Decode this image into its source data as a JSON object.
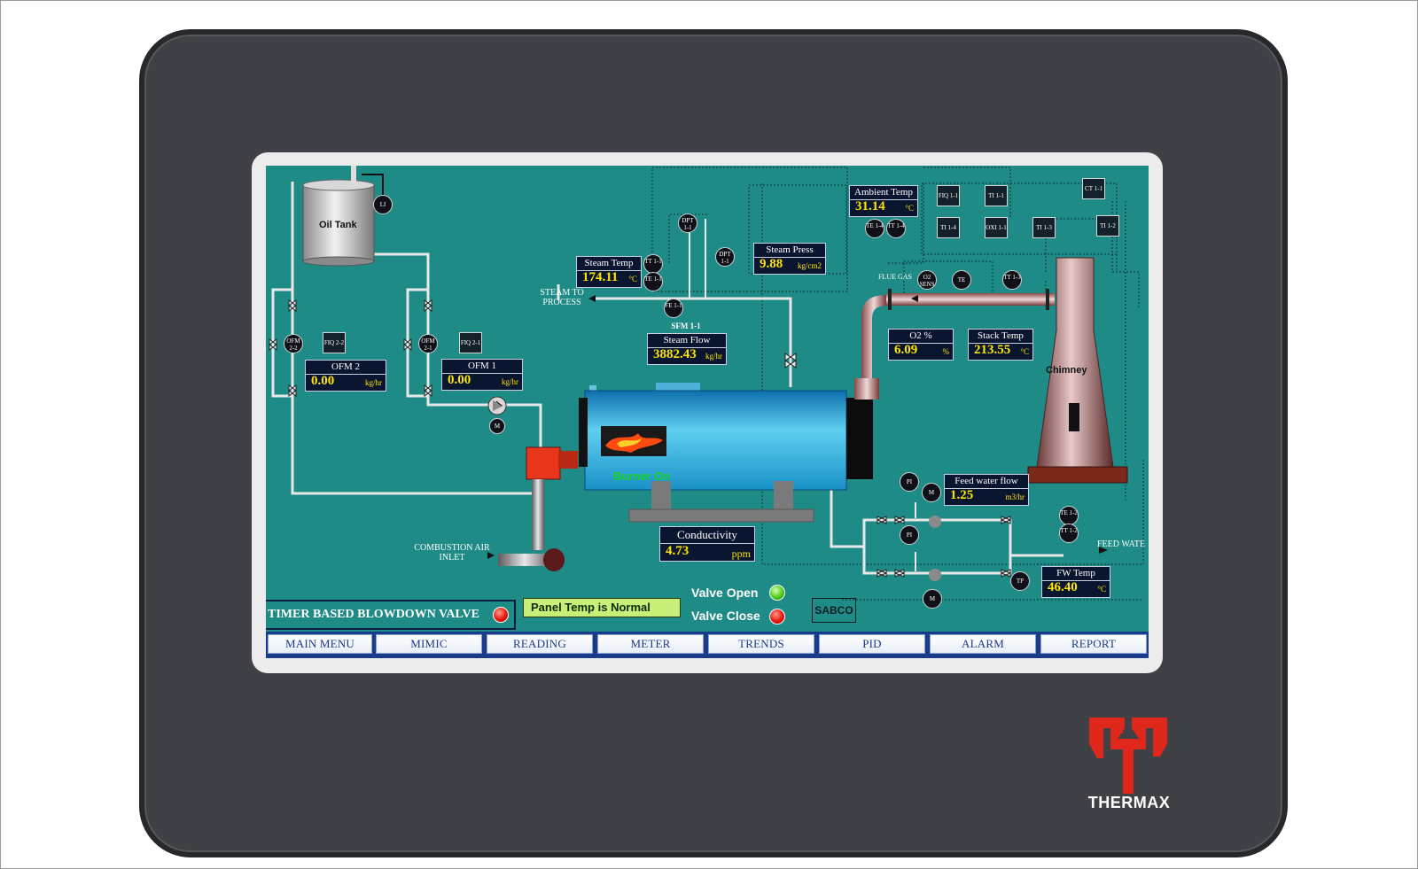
{
  "tank": {
    "label": "Oil Tank"
  },
  "labels": {
    "steam_to_process": "STEAM TO PROCESS",
    "combustion_air_inlet": "COMBUSTION AIR INLET",
    "flue_gas": "FLUE GAS",
    "sfm": "SFM 1-1",
    "feed_water": "FEED WATE",
    "chimney": "Chimney",
    "burner_on": "Burner On"
  },
  "readings": {
    "ofm2": {
      "title": "OFM 2",
      "value": "0.00",
      "unit": "kg/hr"
    },
    "ofm1": {
      "title": "OFM 1",
      "value": "0.00",
      "unit": "kg/hr"
    },
    "steam_temp": {
      "title": "Steam Temp",
      "value": "174.11",
      "unit": "°C"
    },
    "steam_press": {
      "title": "Steam Press",
      "value": "9.88",
      "unit": "kg/cm2"
    },
    "steam_flow": {
      "title": "Steam Flow",
      "value": "3882.43",
      "unit": "kg/hr"
    },
    "ambient_temp": {
      "title": "Ambient Temp",
      "value": "31.14",
      "unit": "°C"
    },
    "o2": {
      "title": "O2 %",
      "value": "6.09",
      "unit": "%"
    },
    "stack_temp": {
      "title": "Stack Temp",
      "value": "213.55",
      "unit": "°C"
    },
    "feed_water_flow": {
      "title": "Feed water flow",
      "value": "1.25",
      "unit": "m3/hr"
    },
    "conductivity": {
      "title": "Conductivity",
      "value": "4.73",
      "unit": "ppm"
    },
    "fw_temp": {
      "title": "FW Temp",
      "value": "46.40",
      "unit": "°C"
    }
  },
  "instruments": {
    "li": "LI",
    "ofm22": "OFM 2-2",
    "fiq22": "FIQ 2-2",
    "ofm21": "OFM 2-1",
    "fiq21": "FIQ 2-1",
    "m": "M",
    "tt11": "TT 1-1",
    "te11": "TE 1-1",
    "dpt11": "DPT 1-1",
    "dpt11b": "DPT 1-1",
    "fe11": "FE 1-1",
    "te14": "TE 1-4",
    "tt14": "TT 1-4",
    "fiq11": "FIQ 1-1",
    "ti11": "TI 1-1",
    "ti14": "TI 1-4",
    "oxi": "OXI 1-1",
    "ti13": "TI 1-3",
    "ct11": "CT 1-1",
    "ti12": "TI 1-2",
    "o2sens": "O2 SENS",
    "te": "TE",
    "tt13": "TT 1-3",
    "pi1": "PI",
    "pi2": "PI",
    "tp": "TP",
    "te12": "TE 1-2",
    "tt12": "TT 1-2",
    "m2": "M",
    "m3": "M"
  },
  "status": {
    "panel_temp": "Panel Temp is Normal",
    "blowdown": "TIMER BASED BLOWDOWN VALVE",
    "valve_open": "Valve Open",
    "valve_close": "Valve Close",
    "sabco": "SABCO"
  },
  "nav": [
    "MAIN MENU",
    "MIMIC",
    "READING",
    "METER",
    "TRENDS",
    "PID",
    "ALARM",
    "REPORT"
  ],
  "brand": {
    "name": "THERMAX",
    "color": "#e0271b"
  },
  "colors": {
    "screen_bg": "#1e8b87",
    "value_yellow": "#ffe400",
    "lamp_red": "#e8160c",
    "lamp_green": "#4ccd18"
  }
}
